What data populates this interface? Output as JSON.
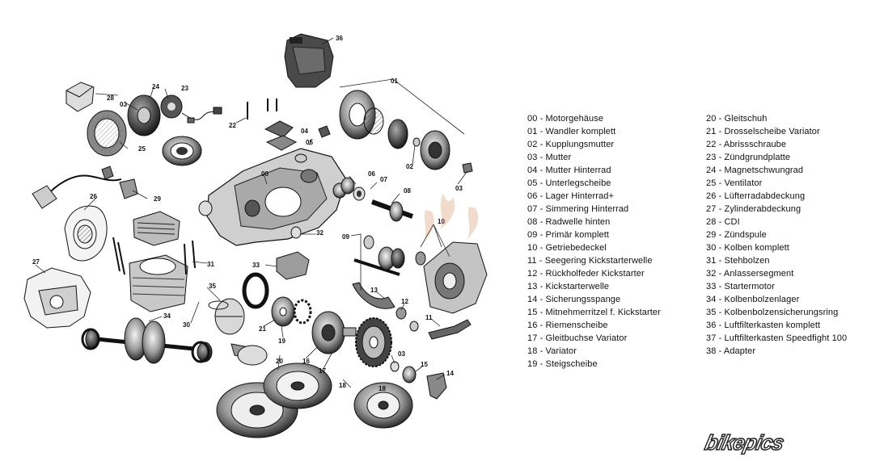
{
  "legend": {
    "column1": [
      {
        "num": "00",
        "text": "Motorgehäuse"
      },
      {
        "num": "01",
        "text": "Wandler komplett"
      },
      {
        "num": "02",
        "text": "Kupplungsmutter"
      },
      {
        "num": "03",
        "text": "Mutter"
      },
      {
        "num": "04",
        "text": "Mutter Hinterrad"
      },
      {
        "num": "05",
        "text": "Unterlegscheibe"
      },
      {
        "num": "06",
        "text": "Lager Hinterrad+"
      },
      {
        "num": "07",
        "text": "Simmering Hinterrad"
      },
      {
        "num": "08",
        "text": "Radwelle hinten"
      },
      {
        "num": "09",
        "text": "Primär komplett"
      },
      {
        "num": "10",
        "text": "Getriebedeckel"
      },
      {
        "num": "11",
        "text": "Seegering Kickstarterwelle"
      },
      {
        "num": "12",
        "text": "Rückholfeder Kickstarter"
      },
      {
        "num": "13",
        "text": "Kickstarterwelle"
      },
      {
        "num": "14",
        "text": "Sicherungsspange"
      },
      {
        "num": "15",
        "text": "Mitnehmerritzel f. Kickstarter"
      },
      {
        "num": "16",
        "text": "Riemenscheibe"
      },
      {
        "num": "17",
        "text": "Gleitbuchse Variator"
      },
      {
        "num": "18",
        "text": "Variator"
      },
      {
        "num": "19",
        "text": "Steigscheibe"
      }
    ],
    "column2": [
      {
        "num": "20",
        "text": "Gleitschuh"
      },
      {
        "num": "21",
        "text": "Drosselscheibe Variator"
      },
      {
        "num": "22",
        "text": "Abrissschraube"
      },
      {
        "num": "23",
        "text": "Zündgrundplatte"
      },
      {
        "num": "24",
        "text": "Magnetschwungrad"
      },
      {
        "num": "25",
        "text": "Ventilator"
      },
      {
        "num": "26",
        "text": "Lüfterradabdeckung"
      },
      {
        "num": "27",
        "text": "Zylinderabdeckung"
      },
      {
        "num": "28",
        "text": "CDI"
      },
      {
        "num": "29",
        "text": "Zündspule"
      },
      {
        "num": "30",
        "text": "Kolben komplett"
      },
      {
        "num": "31",
        "text": "Stehbolzen"
      },
      {
        "num": "32",
        "text": "Anlassersegment"
      },
      {
        "num": "33",
        "text": "Startermotor"
      },
      {
        "num": "34",
        "text": "Kolbenbolzenlager"
      },
      {
        "num": "35",
        "text": "Kolbenbolzensicherungsring"
      },
      {
        "num": "36",
        "text": "Luftfilterkasten komplett"
      },
      {
        "num": "37",
        "text": "Luftfilterkasten Speedfight 100"
      },
      {
        "num": "38",
        "text": "Adapter"
      }
    ]
  },
  "callouts": [
    "36",
    "01",
    "28",
    "24",
    "23",
    "03",
    "22",
    "02",
    "03",
    "04",
    "05",
    "25",
    "00",
    "06",
    "07",
    "08",
    "26",
    "29",
    "10",
    "09",
    "32",
    "27",
    "31",
    "33",
    "35",
    "30",
    "34",
    "13",
    "12",
    "11",
    "19",
    "21",
    "20",
    "16",
    "18",
    "17",
    "03",
    "15",
    "14",
    "18"
  ],
  "watermark": "bikepics"
}
